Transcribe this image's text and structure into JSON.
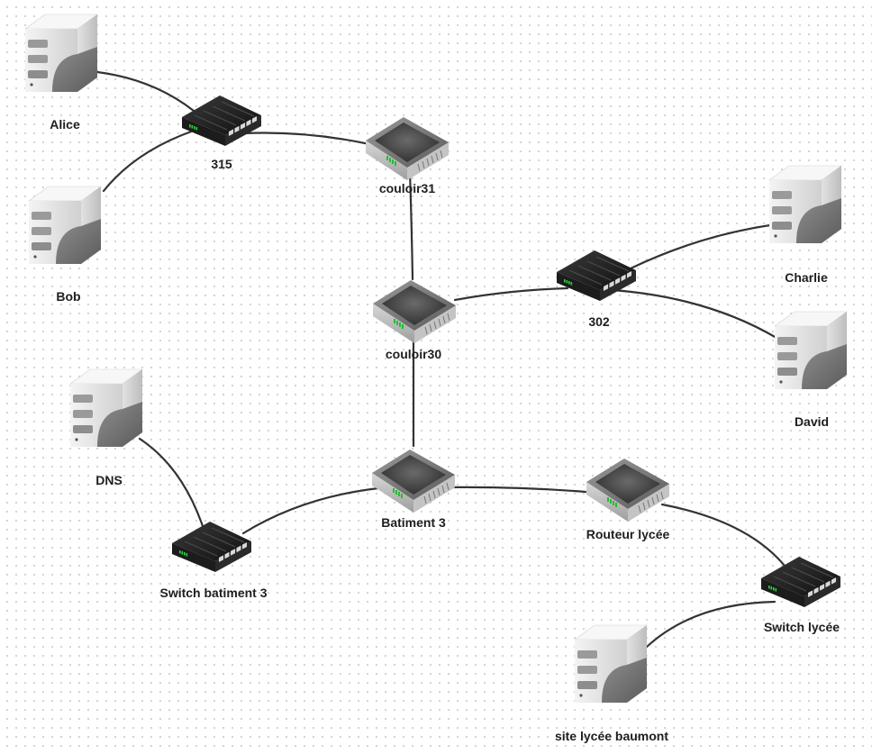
{
  "nodes": [
    {
      "id": "alice",
      "label": "Alice",
      "kind": "server",
      "icon": "server-icon"
    },
    {
      "id": "bob",
      "label": "Bob",
      "kind": "server",
      "icon": "server-icon"
    },
    {
      "id": "s315",
      "label": "315",
      "kind": "switch",
      "icon": "switch-icon"
    },
    {
      "id": "couloir31",
      "label": "couloir31",
      "kind": "router",
      "icon": "router-icon"
    },
    {
      "id": "charlie",
      "label": "Charlie",
      "kind": "server",
      "icon": "server-icon"
    },
    {
      "id": "david",
      "label": "David",
      "kind": "server",
      "icon": "server-icon"
    },
    {
      "id": "s302",
      "label": "302",
      "kind": "switch",
      "icon": "switch-icon"
    },
    {
      "id": "couloir30",
      "label": "couloir30",
      "kind": "router",
      "icon": "router-icon"
    },
    {
      "id": "dns",
      "label": "DNS",
      "kind": "server",
      "icon": "server-icon"
    },
    {
      "id": "bat3",
      "label": "Batiment 3",
      "kind": "router",
      "icon": "router-icon"
    },
    {
      "id": "swbat3",
      "label": "Switch batiment 3",
      "kind": "switch",
      "icon": "switch-icon"
    },
    {
      "id": "routeur",
      "label": "Routeur lycée",
      "kind": "router",
      "icon": "router-icon"
    },
    {
      "id": "swlycee",
      "label": "Switch lycée",
      "kind": "switch",
      "icon": "switch-icon"
    },
    {
      "id": "site",
      "label": "site lycée baumont",
      "kind": "server",
      "icon": "server-icon"
    }
  ],
  "links": [
    {
      "from": "alice",
      "to": "s315"
    },
    {
      "from": "bob",
      "to": "s315"
    },
    {
      "from": "s315",
      "to": "couloir31"
    },
    {
      "from": "couloir31",
      "to": "couloir30"
    },
    {
      "from": "couloir30",
      "to": "s302"
    },
    {
      "from": "s302",
      "to": "charlie"
    },
    {
      "from": "s302",
      "to": "david"
    },
    {
      "from": "couloir30",
      "to": "bat3"
    },
    {
      "from": "dns",
      "to": "swbat3"
    },
    {
      "from": "swbat3",
      "to": "bat3"
    },
    {
      "from": "bat3",
      "to": "routeur"
    },
    {
      "from": "routeur",
      "to": "swlycee"
    },
    {
      "from": "swlycee",
      "to": "site"
    }
  ]
}
